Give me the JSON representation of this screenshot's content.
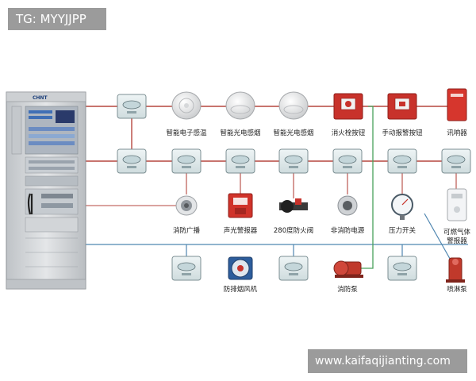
{
  "overlays": {
    "tg_tag": "TG: MYYJJPP",
    "site_url": "www.kaifaqijianting.com"
  },
  "panel": {
    "brand": "CHNT"
  },
  "devices": {
    "smart_heat_detector": "智能电子感温",
    "smart_smoke_detector_1": "智能光电感烟",
    "smart_smoke_detector_2": "智能光电感烟",
    "hydrant_button": "消火栓按钮",
    "manual_alarm_button": "手动报警按钮",
    "sounder": "讯响器",
    "fire_broadcast": "消防广播",
    "sound_light_alarm": "声光警报器",
    "fire_damper_280": "280度防火阀",
    "non_fire_power": "非消防电源",
    "pressure_switch": "压力开关",
    "gas_alarm_line1": "可燃气体",
    "gas_alarm_line2": "警报器",
    "smoke_exhaust_fan": "防排烟风机",
    "fire_pump": "消防泵",
    "sprinkler_pump": "喷淋泵"
  },
  "colors": {
    "bus_red": "#b5473f",
    "bus_blue": "#4f86b0",
    "bus_green": "#49a05a",
    "module_fill": "#dfe9ea",
    "module_border": "#7c8f93",
    "cabinet": "#d9dcdf",
    "alarm_red": "#c8322b",
    "pump_red": "#c0392b"
  }
}
